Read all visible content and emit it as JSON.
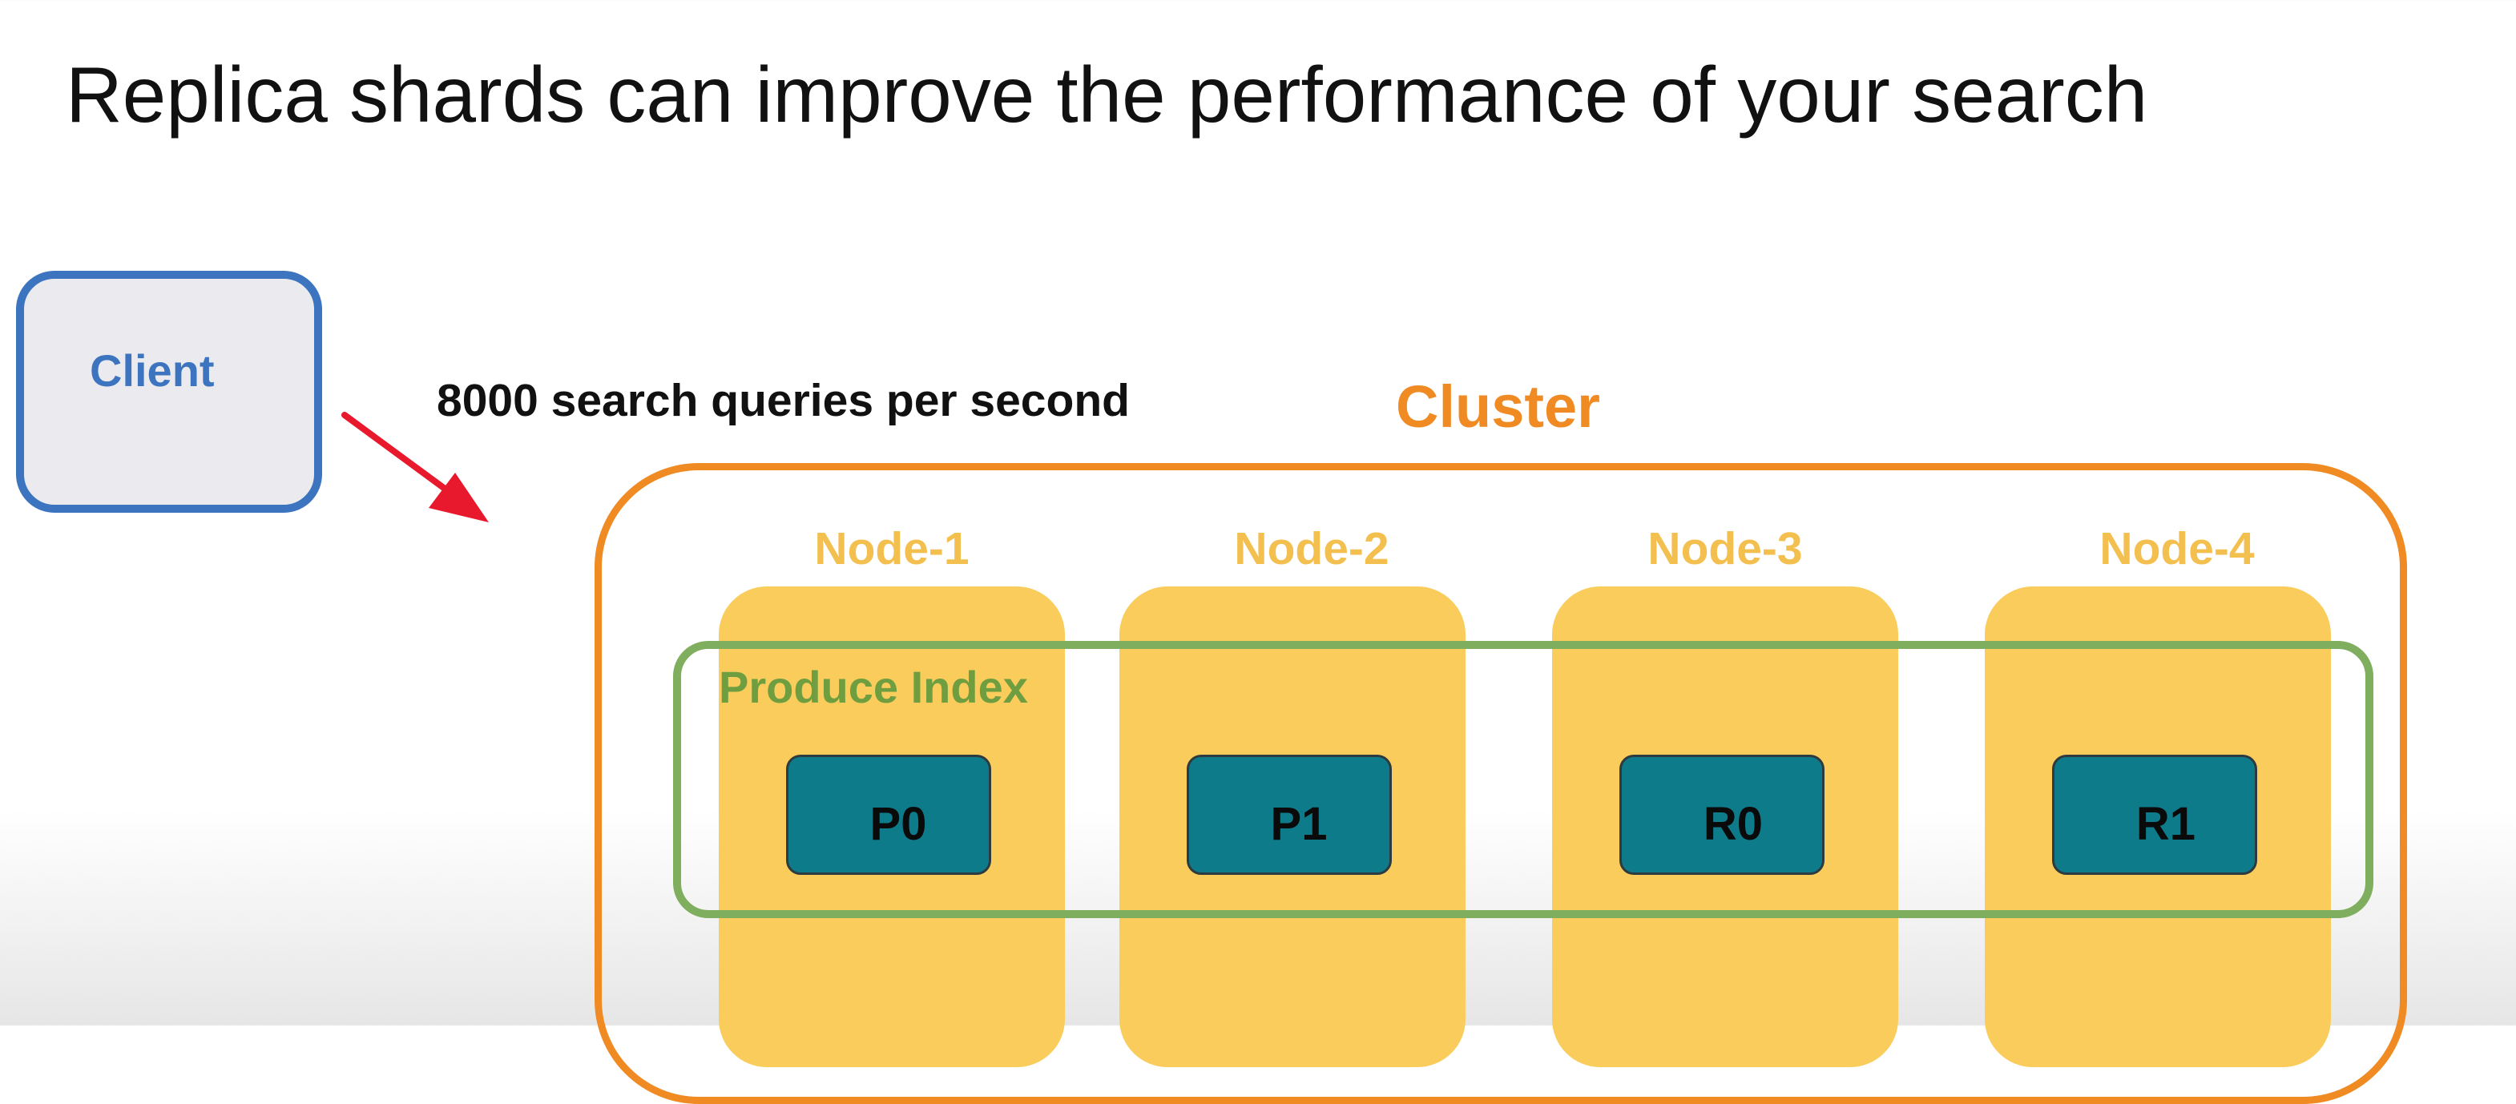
{
  "title": "Replica shards can improve the performance of your search",
  "client": {
    "label": "Client"
  },
  "traffic_label": "8000 search queries per second",
  "cluster": {
    "label": "Cluster",
    "nodes": [
      {
        "label": "Node-1"
      },
      {
        "label": "Node-2"
      },
      {
        "label": "Node-3"
      },
      {
        "label": "Node-4"
      }
    ],
    "index": {
      "label": "Produce Index",
      "shards": [
        {
          "label": "P0"
        },
        {
          "label": "P1"
        },
        {
          "label": "R0"
        },
        {
          "label": "R1"
        }
      ]
    }
  },
  "colors": {
    "client_border": "#3d74c0",
    "client_fill": "#ebebef",
    "arrow": "#e8192c",
    "cluster": "#f08a23",
    "node_label": "#f3c04f",
    "node_fill": "#f9cc5b",
    "index_border": "#7fae5e",
    "index_label": "#6e9e3f",
    "shard_fill": "#0e7b8b"
  }
}
